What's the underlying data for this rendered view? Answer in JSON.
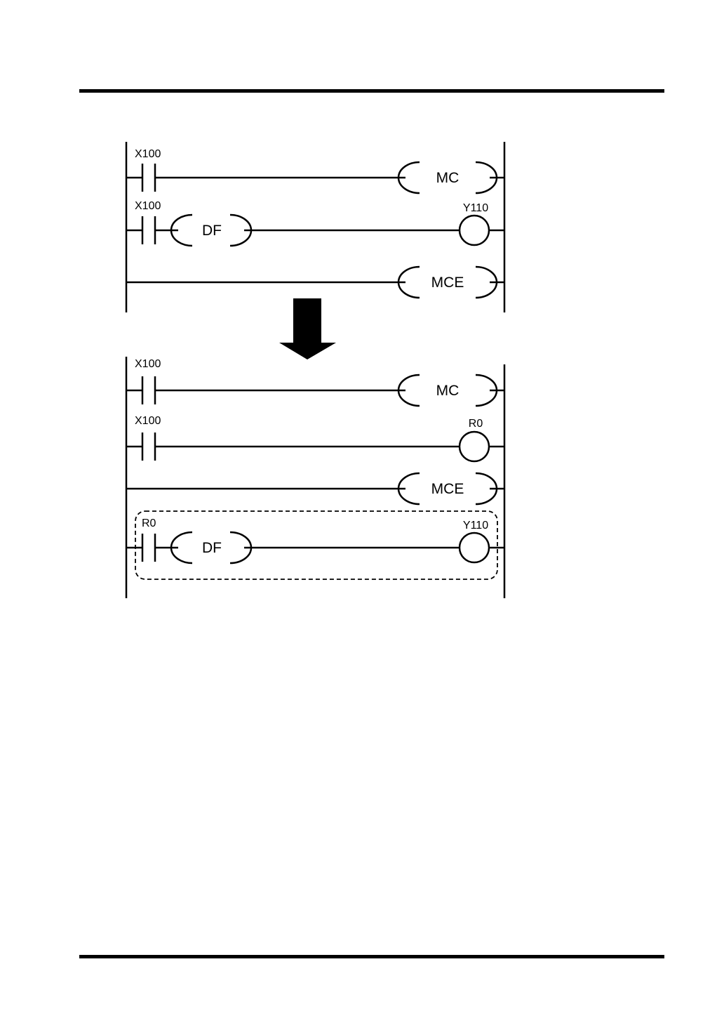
{
  "labels": {
    "x100": "X100",
    "y110": "Y110",
    "r0": "R0",
    "mc": "MC",
    "mce": "MCE",
    "df": "DF"
  }
}
